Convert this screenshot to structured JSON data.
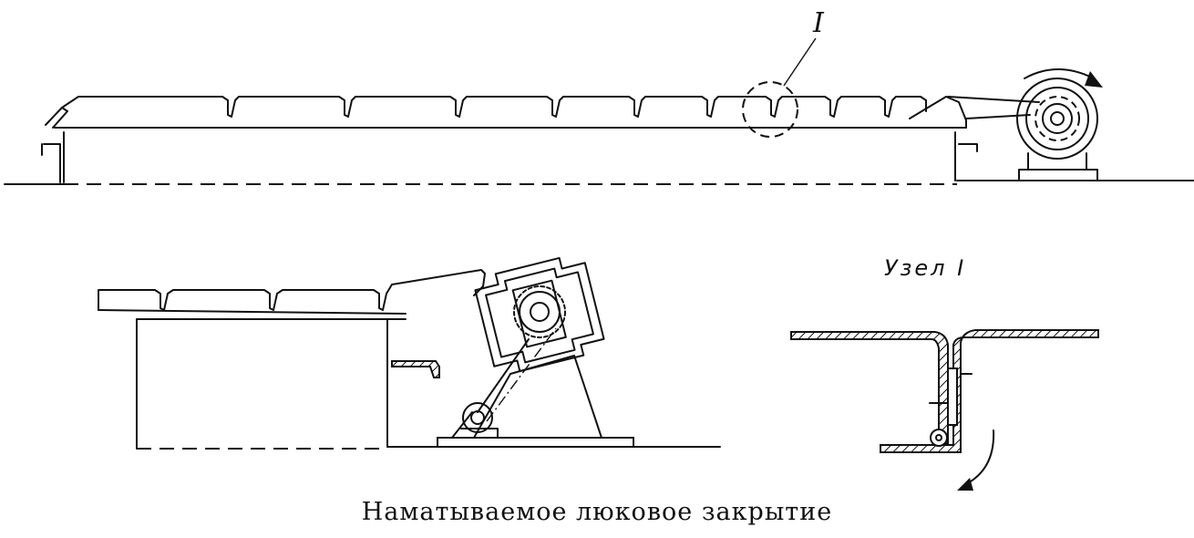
{
  "figure": {
    "caption": "Наматываемое люковое закрытие",
    "detail_marker": "I",
    "detail_label": "Узел  I"
  },
  "colors": {
    "ink": "#111111",
    "paper": "#ffffff"
  }
}
